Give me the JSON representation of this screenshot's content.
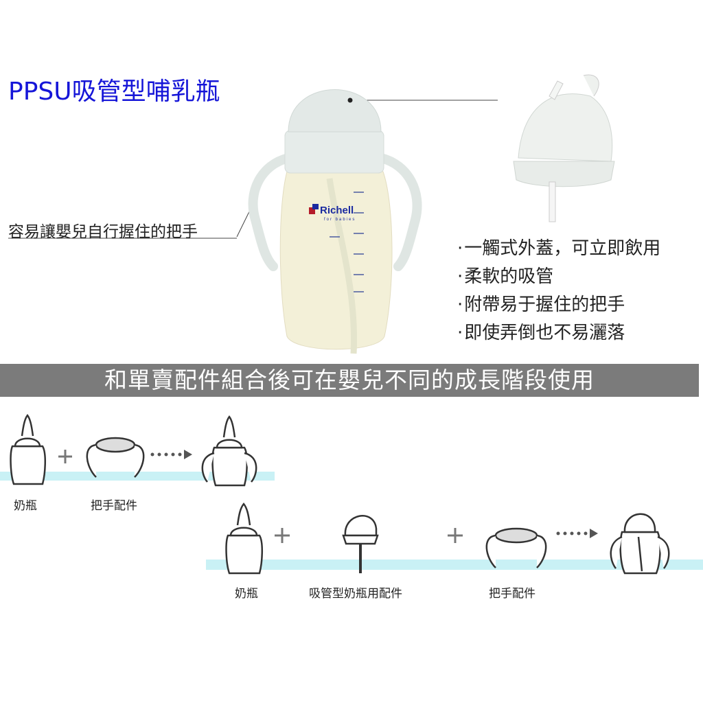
{
  "title": "PPSU吸管型哺乳瓶",
  "handle_callout": "容易讓嬰兒自行握住的把手",
  "product": {
    "brand": "Richell",
    "brand_tagline": "for babies"
  },
  "features": [
    "一觸式外蓋，可立即飲用",
    "柔軟的吸管",
    "附帶易于握住的把手",
    "即使弄倒也不易灑落"
  ],
  "banner": "和單賣配件組合後可在嬰兒不同的成長階段使用",
  "combo1": {
    "items": [
      "奶瓶",
      "把手配件"
    ]
  },
  "combo2": {
    "items": [
      "奶瓶",
      "吸管型奶瓶用配件",
      "把手配件"
    ]
  },
  "colors": {
    "title": "#1515d8",
    "banner": "#7b7b7b",
    "stripe": "#c9f1f5"
  }
}
